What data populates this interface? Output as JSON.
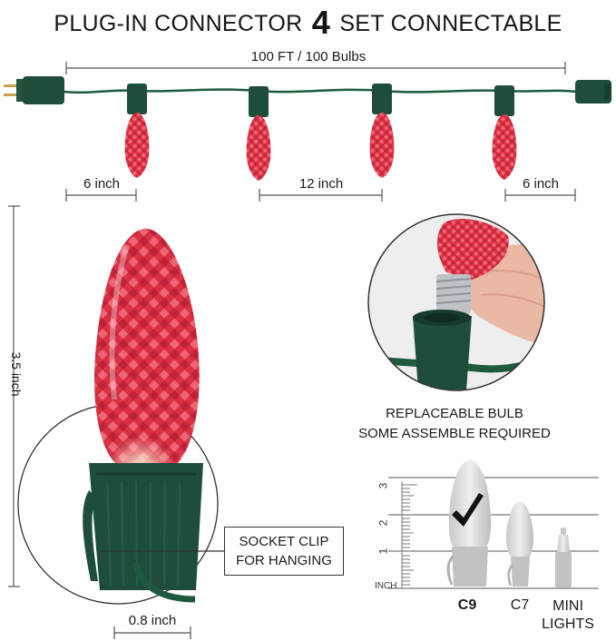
{
  "header": {
    "title_prefix": "PLUG-IN CONNECTOR",
    "title_number": "4",
    "title_suffix": "SET CONNECTABLE"
  },
  "strand": {
    "length_label": "100 FT / 100 Bulbs",
    "left_end_spacing": "6 inch",
    "bulb_spacing": "12 inch",
    "right_end_spacing": "6 inch"
  },
  "bulb_detail": {
    "height_label": "3.5 inch",
    "base_width_label": "0.8 inch",
    "socket_clip_line1": "SOCKET CLIP",
    "socket_clip_line2": "FOR HANGING"
  },
  "replaceable": {
    "line1": "REPLACEABLE BULB",
    "line2": "SOME ASSEMBLE REQUIRED"
  },
  "size_comparison": {
    "ruler_unit": "INCH",
    "ruler_ticks": [
      "1",
      "2",
      "3"
    ],
    "bulbs": [
      {
        "name": "C9",
        "selected": true
      },
      {
        "name": "C7",
        "selected": false
      },
      {
        "name": "MINI LIGHTS",
        "selected": false
      }
    ]
  },
  "colors": {
    "bulb_red": "#e03a4e",
    "socket_green": "#1f4d3c",
    "wire_green": "#1f5a3f"
  }
}
